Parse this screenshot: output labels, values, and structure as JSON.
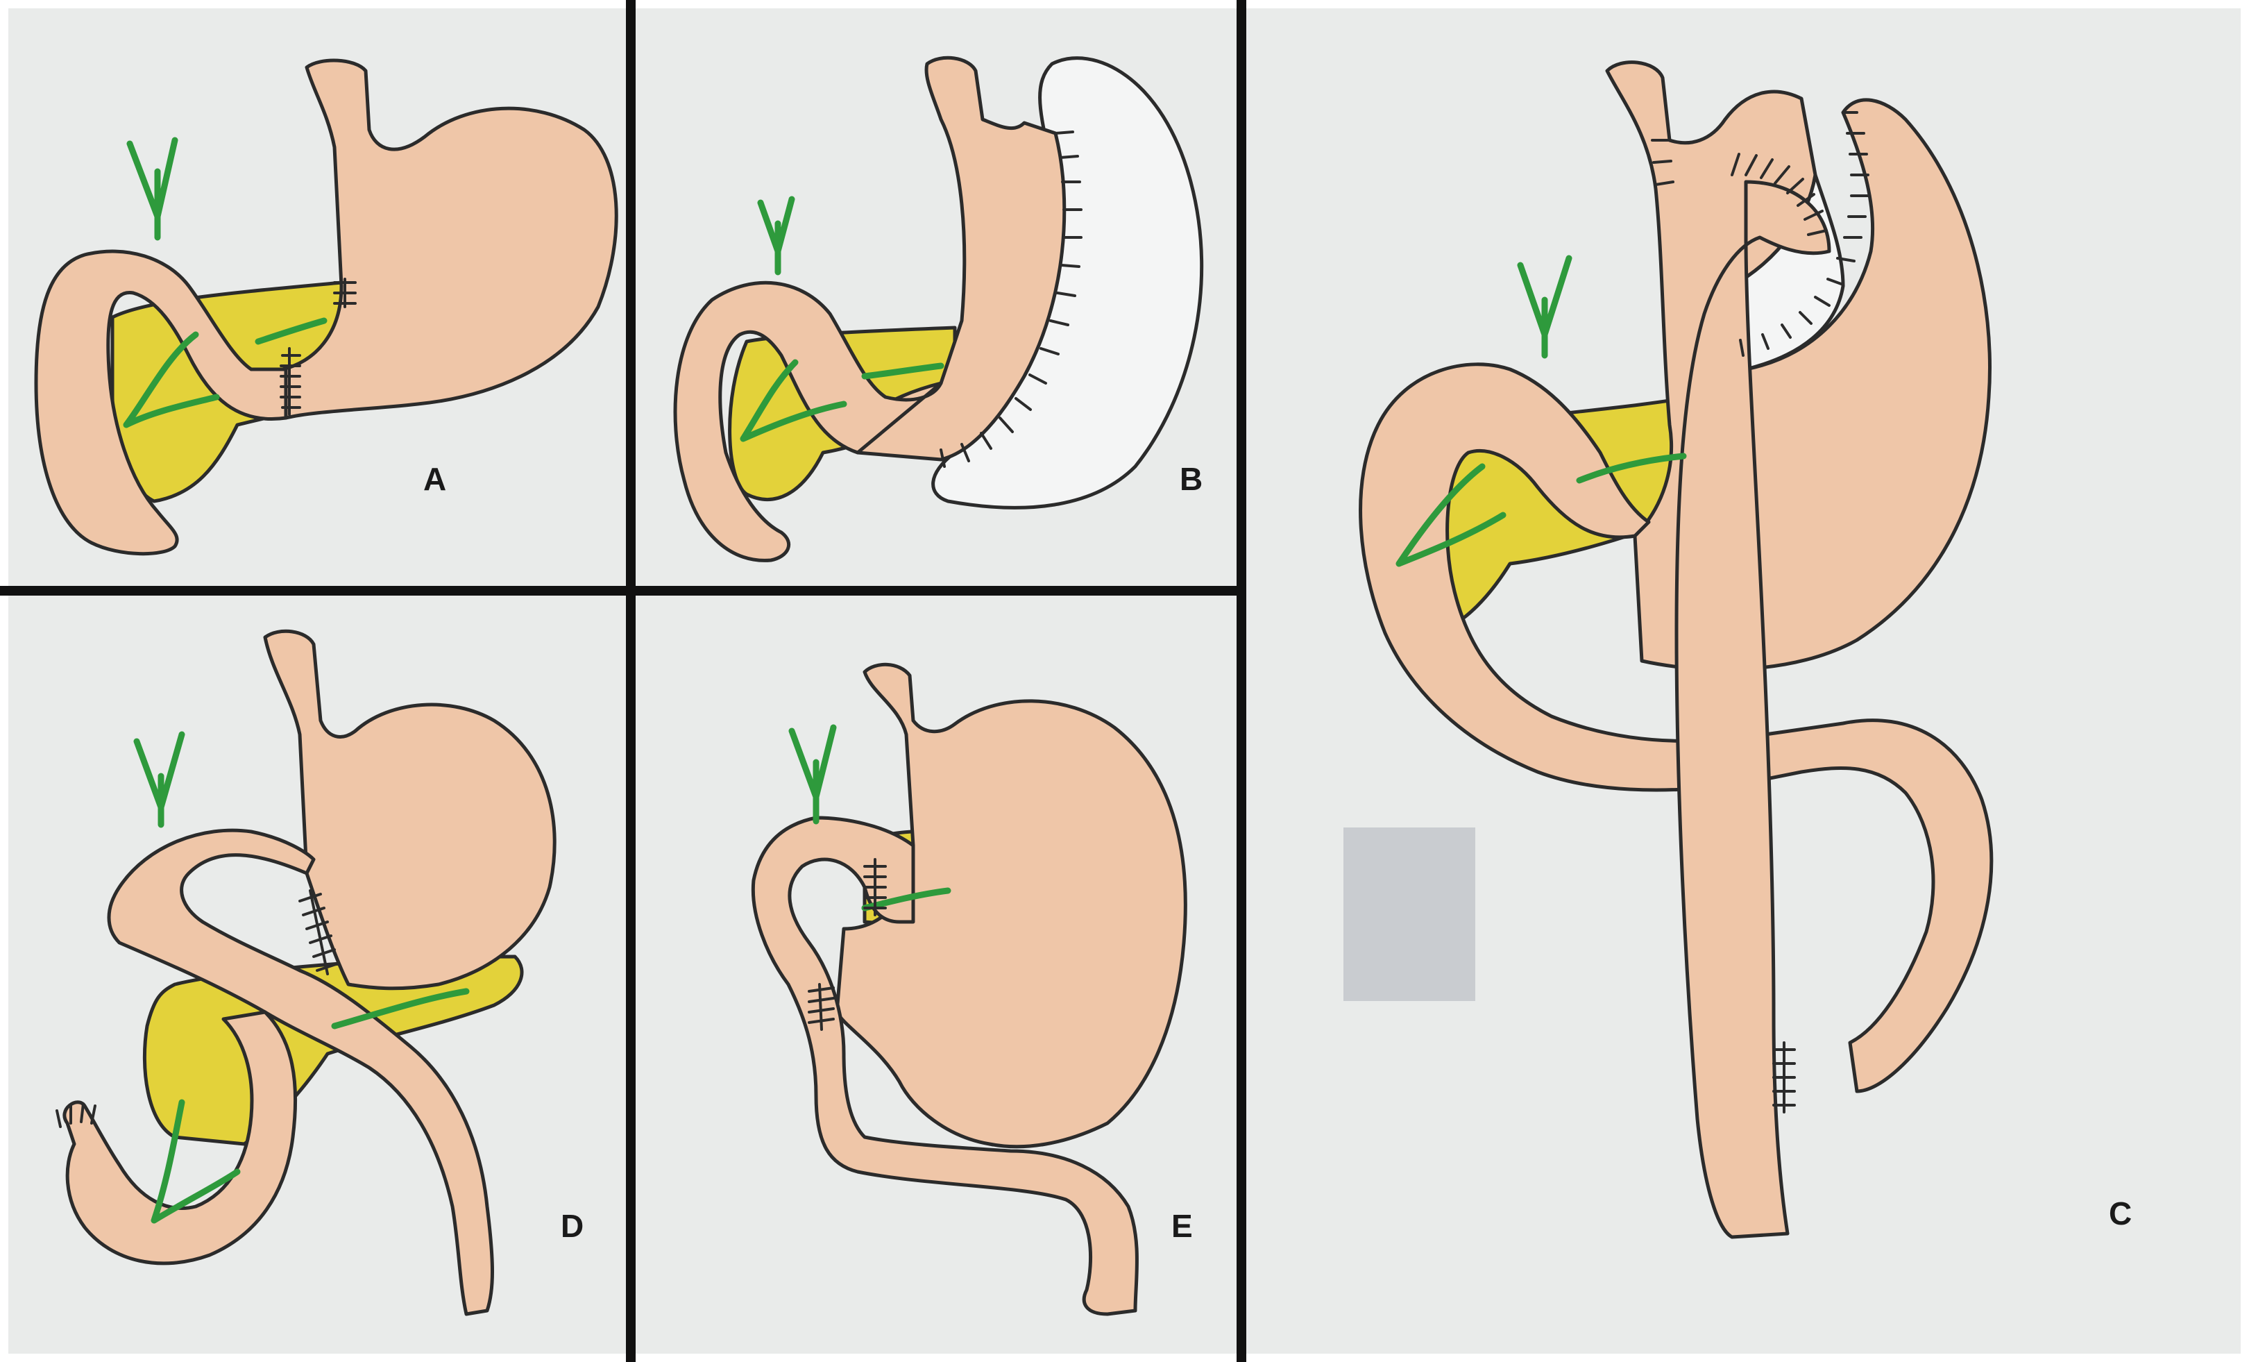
{
  "figure": {
    "panels": [
      {
        "id": "A",
        "label": "A"
      },
      {
        "id": "B",
        "label": "B"
      },
      {
        "id": "C",
        "label": "C"
      },
      {
        "id": "D",
        "label": "D"
      },
      {
        "id": "E",
        "label": "E"
      }
    ]
  },
  "colors": {
    "background": "#e9ebea",
    "divider": "#111111",
    "organ_fill": "#efc6a8",
    "pancreas_fill": "#e3d23a",
    "bile_duct": "#2e9a3c",
    "outline": "#2b2b2b"
  }
}
